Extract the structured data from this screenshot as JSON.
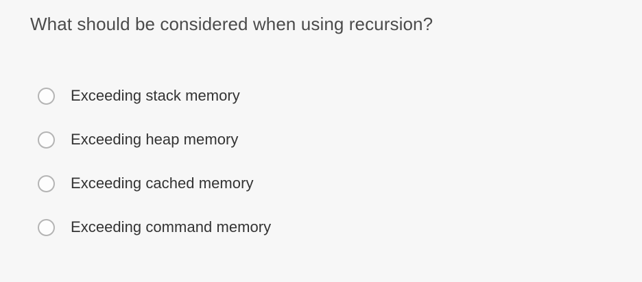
{
  "question": {
    "text": "What should be considered when using recursion?"
  },
  "options": [
    {
      "id": "option-a",
      "label": "Exceeding stack memory",
      "selected": false
    },
    {
      "id": "option-b",
      "label": "Exceeding heap memory",
      "selected": false
    },
    {
      "id": "option-c",
      "label": "Exceeding cached memory",
      "selected": false
    },
    {
      "id": "option-d",
      "label": "Exceeding command memory",
      "selected": false
    }
  ],
  "colors": {
    "background": "#f7f7f7",
    "question_text": "#4b4b4b",
    "option_text": "#333333",
    "radio_border": "#b4b4b4",
    "radio_fill": "#fdfdfd"
  },
  "icons": {
    "radio": "radio-button-unchecked-icon"
  }
}
